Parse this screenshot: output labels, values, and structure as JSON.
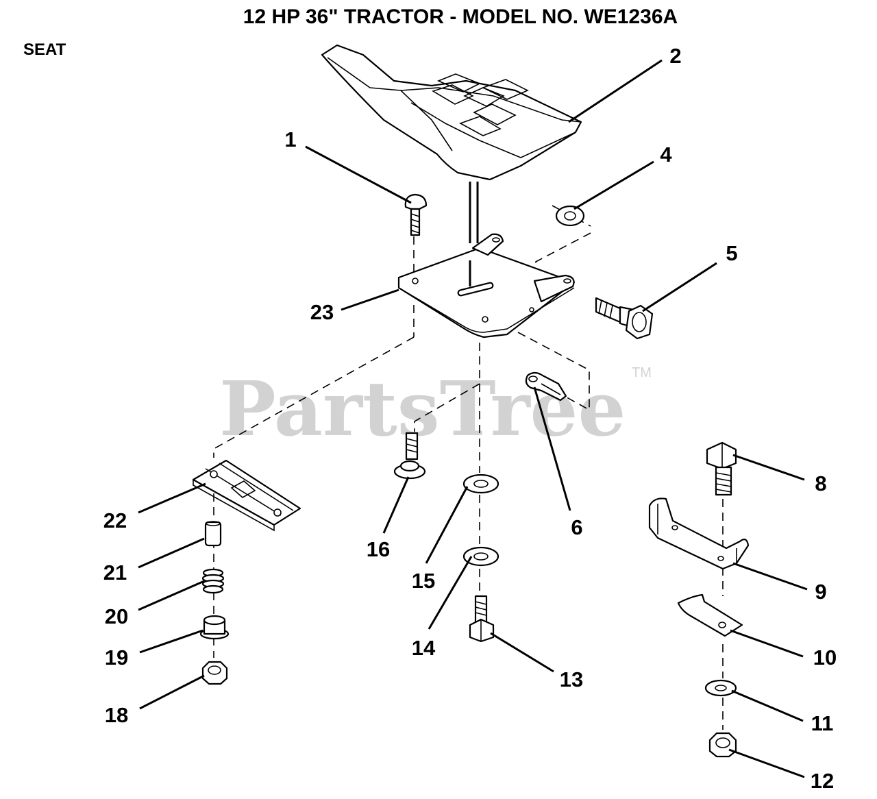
{
  "title": "12 HP 36\" TRACTOR - MODEL NO. WE1236A",
  "section": "SEAT",
  "watermark": {
    "text": "PartsTree",
    "tm": "TM"
  },
  "callouts": [
    "1",
    "2",
    "4",
    "5",
    "6",
    "8",
    "9",
    "10",
    "11",
    "12",
    "13",
    "14",
    "15",
    "16",
    "18",
    "19",
    "20",
    "21",
    "22",
    "23"
  ]
}
